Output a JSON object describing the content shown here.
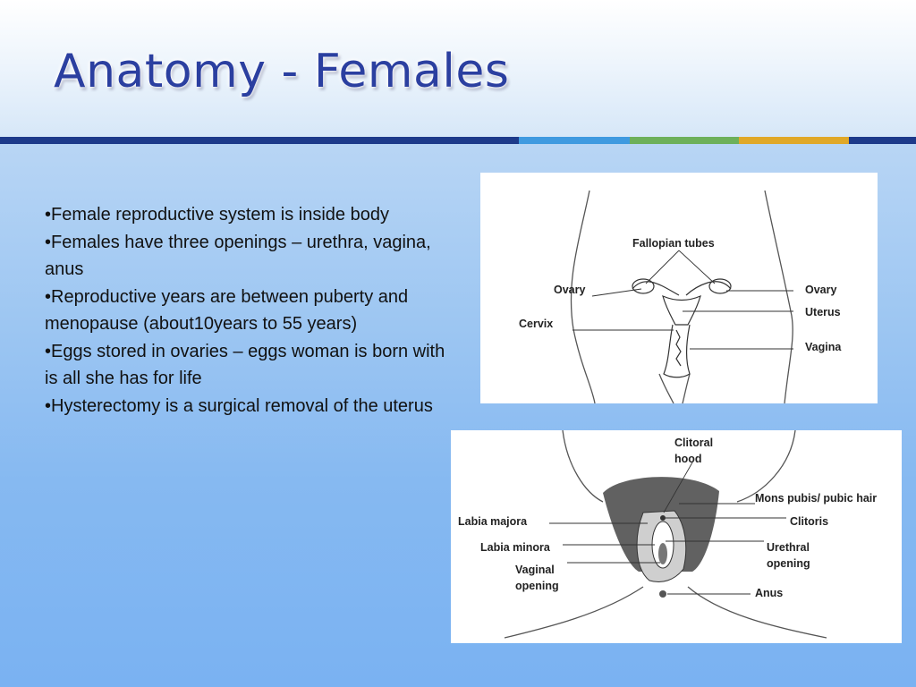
{
  "slide": {
    "title": "Anatomy - Females",
    "bullets": [
      "Female reproductive system is inside body",
      "Females have three openings – urethra, vagina, anus",
      "Reproductive years are between puberty and menopause (about10years to 55 years)",
      "Eggs stored in ovaries – eggs woman is born with is all she has for life",
      "Hysterectomy is a surgical removal of the uterus"
    ]
  },
  "internal_diagram": {
    "labels": {
      "fallopian_tubes": "Fallopian tubes",
      "ovary_left": "Ovary",
      "ovary_right": "Ovary",
      "uterus": "Uterus",
      "cervix": "Cervix",
      "vagina": "Vagina"
    }
  },
  "external_diagram": {
    "labels": {
      "clitoral_hood_line1": "Clitoral",
      "clitoral_hood_line2": "hood",
      "mons_pubis": "Mons pubis/ pubic hair",
      "clitoris": "Clitoris",
      "labia_majora": "Labia majora",
      "labia_minora": "Labia minora",
      "urethral_opening_line1": "Urethral",
      "urethral_opening_line2": "opening",
      "vaginal_opening_line1": "Vaginal",
      "vaginal_opening_line2": "opening",
      "anus": "Anus"
    }
  },
  "colors": {
    "title": "#2b3fa0",
    "divider_navy": "#1d3a8a",
    "divider_blue": "#3f9ae0",
    "divider_green": "#6db05a",
    "divider_gold": "#e0a828"
  }
}
